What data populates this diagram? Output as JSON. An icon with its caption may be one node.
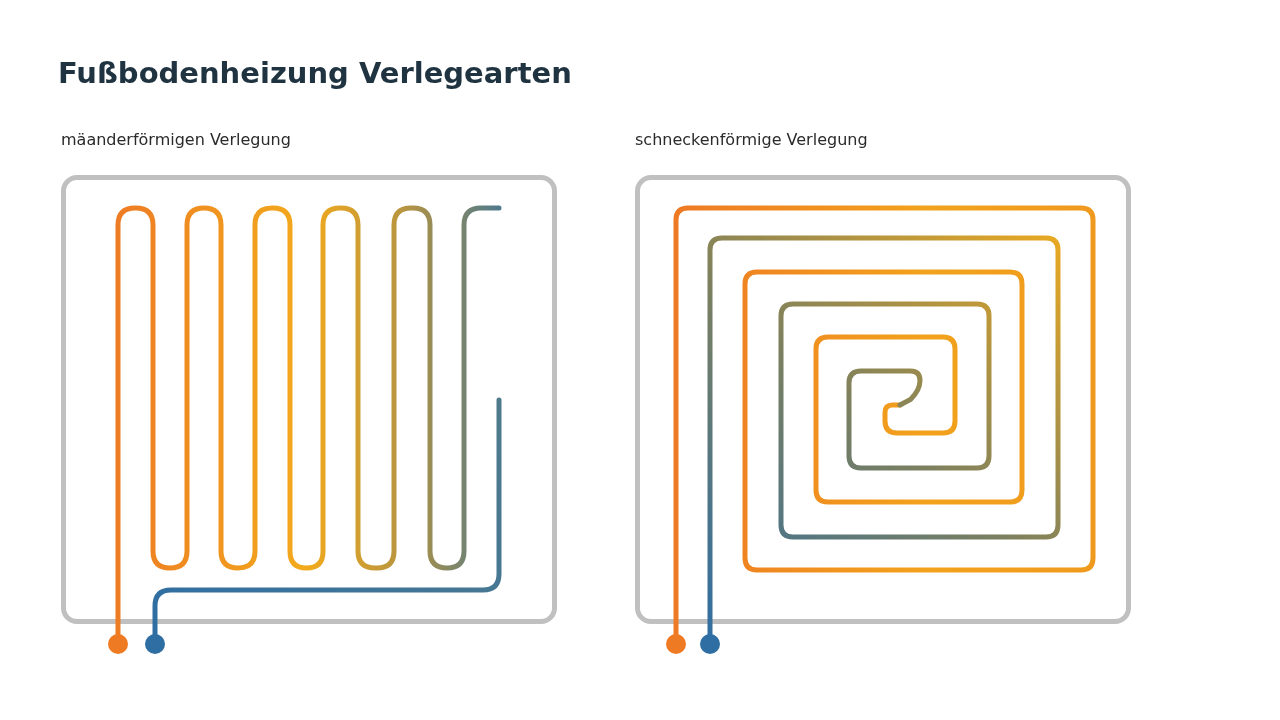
{
  "diagram": {
    "title": "Fußbodenheizung Verlegearten",
    "nodes": [
      {
        "text": [
          "mäanderförmigen Verlegung"
        ]
      },
      {
        "text": [
          "schneckenförmige Verlegung"
        ]
      }
    ]
  }
}
